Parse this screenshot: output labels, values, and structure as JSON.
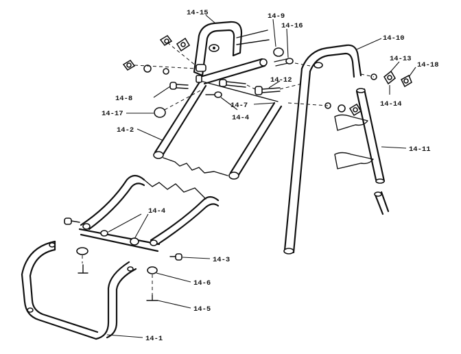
{
  "callouts": {
    "p14_15": "14-15",
    "p14_9": "14-9",
    "p14_16": "14-16",
    "p14_10": "14-10",
    "p14_13": "14-13",
    "p14_18": "14-18",
    "p14_12": "14-12",
    "p14_8": "14-8",
    "p14_7": "14-7",
    "p14_17": "14-17",
    "p14_4_upper": "14-4",
    "p14_14": "14-14",
    "p14_2": "14-2",
    "p14_11": "14-11",
    "p14_4_lower": "14-4",
    "p14_3": "14-3",
    "p14_6": "14-6",
    "p14_5": "14-5",
    "p14_1": "14-1"
  }
}
